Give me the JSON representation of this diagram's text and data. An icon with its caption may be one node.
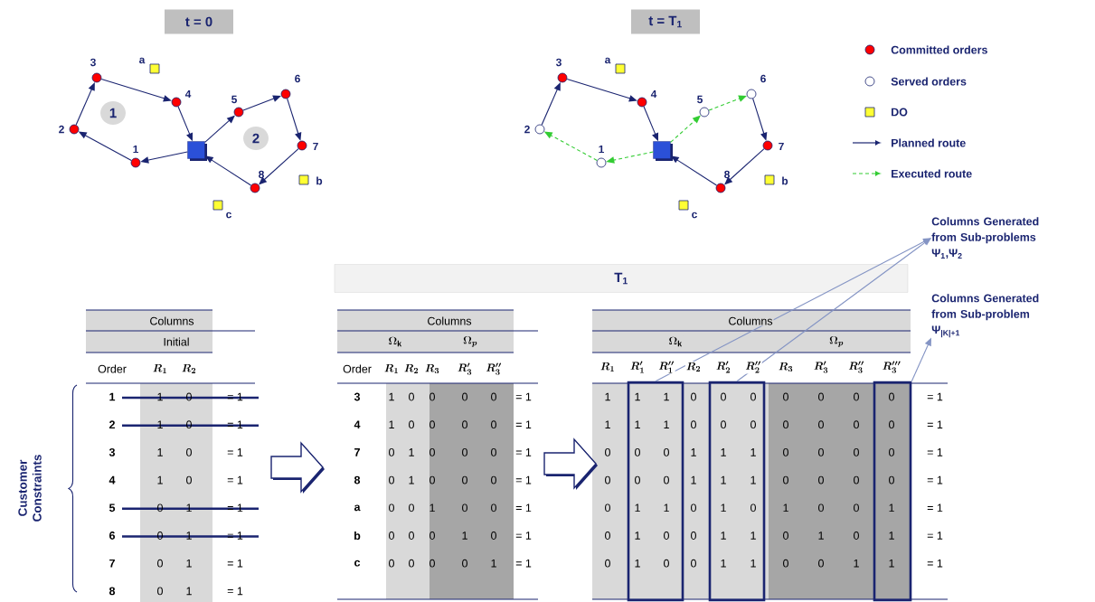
{
  "diagram": {
    "nodes": [
      {
        "text": [
          "t = 0"
        ]
      },
      {
        "text": [
          "t = T$_{1}$"
        ]
      },
      {
        "text": [],
        "shape": "box"
      },
      {
        "text": [],
        "shape": "circle",
        "beside": [
          "1"
        ]
      },
      {
        "text": [],
        "shape": "circle",
        "beside": [
          "2"
        ]
      },
      {
        "text": [],
        "shape": "circle",
        "beside": [
          "3"
        ]
      },
      {
        "text": [],
        "shape": "circle",
        "beside": [
          "4"
        ]
      },
      {
        "text": [],
        "shape": "circle",
        "beside": [
          "5"
        ]
      },
      {
        "text": [],
        "shape": "circle",
        "beside": [
          "6"
        ]
      },
      {
        "text": [],
        "shape": "circle",
        "beside": [
          "7"
        ]
      },
      {
        "text": [],
        "shape": "circle",
        "beside": [
          "8"
        ]
      },
      {
        "text": [],
        "shape": "box",
        "beside": [
          "a"
        ]
      },
      {
        "text": [],
        "shape": "box",
        "beside": [
          "b"
        ]
      },
      {
        "text": [],
        "shape": "box",
        "beside": [
          "c"
        ]
      },
      {
        "text": [
          "1"
        ]
      },
      {
        "text": [
          "2"
        ]
      },
      {
        "text": [],
        "shape": "box"
      },
      {
        "text": [],
        "shape": "circle",
        "beside": [
          "1"
        ]
      },
      {
        "text": [],
        "shape": "circle",
        "beside": [
          "2"
        ]
      },
      {
        "text": [],
        "shape": "circle",
        "beside": [
          "3"
        ]
      },
      {
        "text": [],
        "shape": "circle",
        "beside": [
          "4"
        ]
      },
      {
        "text": [],
        "shape": "circle",
        "beside": [
          "5"
        ]
      },
      {
        "text": [],
        "shape": "circle",
        "beside": [
          "6"
        ]
      },
      {
        "text": [],
        "shape": "circle",
        "beside": [
          "7"
        ]
      },
      {
        "text": [],
        "shape": "circle",
        "beside": [
          "8"
        ]
      },
      {
        "text": [],
        "shape": "box",
        "beside": [
          "a"
        ]
      },
      {
        "text": [],
        "shape": "box",
        "beside": [
          "b"
        ]
      },
      {
        "text": [],
        "shape": "box",
        "beside": [
          "c"
        ]
      },
      {
        "text": [
          "T$_{1}$"
        ]
      },
      {
        "text": [],
        "shape": "box"
      },
      {
        "text": [],
        "shape": "box"
      },
      {
        "text": [],
        "shape": "box"
      },
      {
        "text": [
          "Columns Generated from Sub-problems Ψ$_{1}$,Ψ$_{2}$"
        ]
      },
      {
        "text": [
          "Columns Generated from Sub-problem Ψ$_{|K|+1}$"
        ]
      }
    ],
    "edges": [
      {
        "from": 2,
        "to": 3,
        "arrow": "to"
      },
      {
        "from": 3,
        "to": 4,
        "arrow": "to"
      },
      {
        "from": 4,
        "to": 5,
        "arrow": "to"
      },
      {
        "from": 5,
        "to": 6,
        "arrow": "to"
      },
      {
        "from": 6,
        "to": 2,
        "arrow": "to"
      },
      {
        "from": 2,
        "to": 7,
        "arrow": "to"
      },
      {
        "from": 7,
        "to": 8,
        "arrow": "to"
      },
      {
        "from": 8,
        "to": 9,
        "arrow": "to"
      },
      {
        "from": 9,
        "to": 10,
        "arrow": "to"
      },
      {
        "from": 10,
        "to": 2,
        "arrow": "to"
      },
      {
        "from": 16,
        "to": 17,
        "arrow": "to",
        "style": "dashed",
        "color": "#33cc33"
      },
      {
        "from": 17,
        "to": 18,
        "arrow": "to",
        "style": "dashed",
        "color": "#33cc33"
      },
      {
        "from": 18,
        "to": 19,
        "arrow": "to"
      },
      {
        "from": 19,
        "to": 20,
        "arrow": "to"
      },
      {
        "from": 20,
        "to": 16,
        "arrow": "to"
      },
      {
        "from": 16,
        "to": 21,
        "arrow": "to",
        "style": "dashed",
        "color": "#33cc33"
      },
      {
        "from": 21,
        "to": 22,
        "arrow": "to",
        "style": "dashed",
        "color": "#33cc33"
      },
      {
        "from": 22,
        "to": 23,
        "arrow": "to"
      },
      {
        "from": 23,
        "to": 24,
        "arrow": "to"
      },
      {
        "from": 24,
        "to": 16,
        "arrow": "to"
      },
      {
        "from": 29,
        "to": 32,
        "arrow": "to",
        "color": "#8494c4"
      },
      {
        "from": 30,
        "to": 32,
        "arrow": "to",
        "color": "#8494c4"
      },
      {
        "from": 31,
        "to": 33,
        "arrow": "to",
        "color": "#8494c4"
      }
    ],
    "labels": [
      "Customer Constraints",
      "Columns",
      "Initial",
      "Order",
      "R_{1}",
      "R_{2}",
      "1",
      "1",
      "0",
      "= 1",
      "2",
      "1",
      "0",
      "= 1",
      "3",
      "1",
      "0",
      "= 1",
      "4",
      "1",
      "0",
      "= 1",
      "5",
      "0",
      "1",
      "= 1",
      "6",
      "0",
      "1",
      "= 1",
      "7",
      "0",
      "1",
      "= 1",
      "8",
      "0",
      "1",
      "= 1",
      "Columns",
      "\\Omega_{\\mathrm{k}}",
      "\\Omega_{p}",
      "Order",
      "R_{1}",
      "R_{2}",
      "R_{3}",
      "R'_{3}",
      "R''_{3}",
      "3",
      "1",
      "0",
      "0",
      "0",
      "0",
      "= 1",
      "4",
      "1",
      "0",
      "0",
      "0",
      "0",
      "= 1",
      "7",
      "0",
      "1",
      "0",
      "0",
      "0",
      "= 1",
      "8",
      "0",
      "1",
      "0",
      "0",
      "0",
      "= 1",
      "a",
      "0",
      "0",
      "1",
      "0",
      "0",
      "= 1",
      "b",
      "0",
      "0",
      "0",
      "1",
      "0",
      "= 1",
      "c",
      "0",
      "0",
      "0",
      "0",
      "1",
      "= 1",
      "Columns",
      "\\Omega_{\\mathrm{k}}",
      "\\Omega_{p}",
      "R_{1}",
      "R'_{1}",
      "R''_{1}",
      "R_{2}",
      "R'_{2}",
      "R''_{2}",
      "R_{3}",
      "R'_{3}",
      "R''_{3}",
      "R'''_{3}",
      "1",
      "1",
      "1",
      "0",
      "0",
      "0",
      "0",
      "0",
      "0",
      "0",
      "= 1",
      "1",
      "1",
      "1",
      "0",
      "0",
      "0",
      "0",
      "0",
      "0",
      "0",
      "= 1",
      "0",
      "0",
      "0",
      "1",
      "1",
      "1",
      "0",
      "0",
      "0",
      "0",
      "= 1",
      "0",
      "0",
      "0",
      "1",
      "1",
      "1",
      "0",
      "0",
      "0",
      "0",
      "= 1",
      "0",
      "1",
      "1",
      "0",
      "1",
      "0",
      "1",
      "0",
      "0",
      "1",
      "= 1",
      "0",
      "1",
      "0",
      "0",
      "1",
      "1",
      "0",
      "1",
      "0",
      "1",
      "= 1",
      "0",
      "1",
      "0",
      "0",
      "1",
      "1",
      "0",
      "0",
      "1",
      "1",
      "= 1"
    ],
    "legend": [
      {
        "text": "Committed orders"
      },
      {
        "text": "Served orders"
      },
      {
        "text": "DO"
      },
      {
        "text": "Planned route"
      },
      {
        "text": "Executed route"
      }
    ]
  }
}
